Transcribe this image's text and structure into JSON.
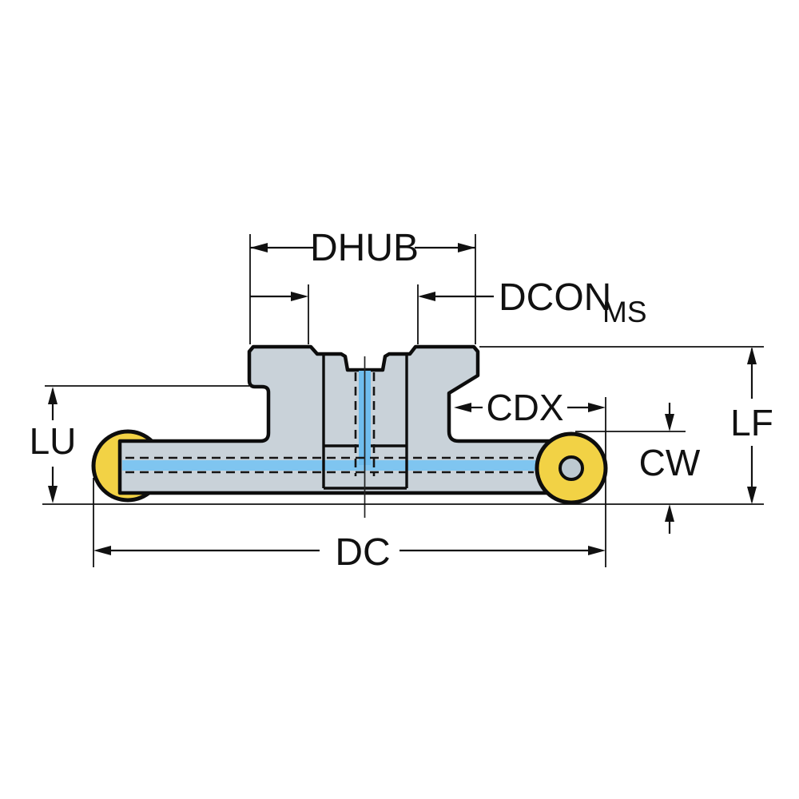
{
  "drawing": {
    "labels": {
      "dhub": "DHUB",
      "dcon": "DCON",
      "dcon_sub": "MS",
      "cdx": "CDX",
      "lf": "LF",
      "cw": "CW",
      "lu": "LU",
      "dc": "DC"
    },
    "colors": {
      "background": "#ffffff",
      "body_fill": "#c9d2d9",
      "outline": "#0d0d0d",
      "insert_fill": "#f2d245",
      "insert_hole_fill": "#bdc9d1",
      "coolant_horizontal": "#7fc5f0",
      "coolant_vertical": "#6fbdee",
      "dimension_color": "#111111"
    }
  }
}
